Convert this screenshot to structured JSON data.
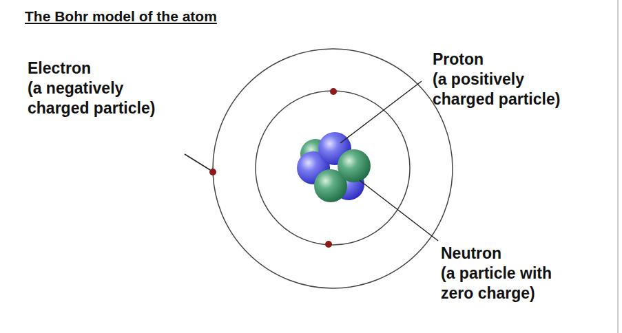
{
  "diagram": {
    "title": "The Bohr model of the atom",
    "labels": [
      "Electron",
      "(a negatively charged particle)",
      "Proton",
      "(a positively charged particle)",
      "Neutron",
      "(a particle with zero charge)"
    ]
  }
}
